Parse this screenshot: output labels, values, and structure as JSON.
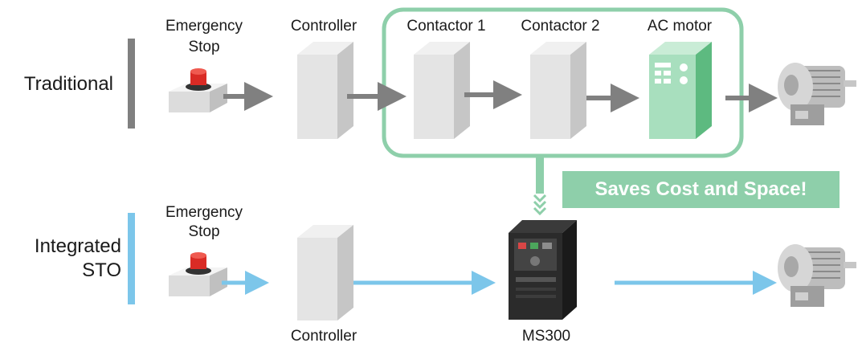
{
  "rows": {
    "traditional": {
      "label": "Traditional",
      "color": "#808080"
    },
    "integrated": {
      "label_line1": "Integrated",
      "label_line2": "STO",
      "color": "#7cc6ea"
    }
  },
  "top": {
    "estop_line1": "Emergency",
    "estop_line2": "Stop",
    "controller": "Controller",
    "contactor1": "Contactor 1",
    "contactor2": "Contactor 2",
    "ac_motor": "AC motor"
  },
  "bottom": {
    "estop_line1": "Emergency",
    "estop_line2": "Stop",
    "controller": "Controller",
    "drive": "MS300"
  },
  "banner": {
    "text": "Saves Cost and Space!",
    "color": "#8ecfaa"
  },
  "highlight_color": "#8ecfaa",
  "arrow_colors": {
    "traditional": "#808080",
    "integrated": "#7cc6ea"
  }
}
